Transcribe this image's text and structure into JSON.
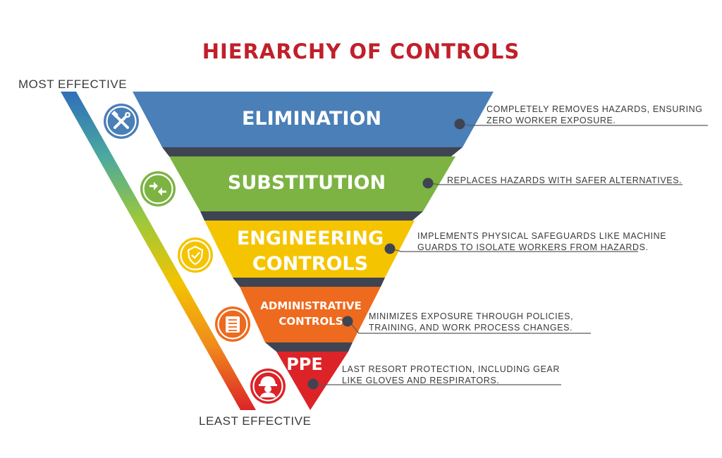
{
  "title": "HIERARCHY OF CONTROLS",
  "scale": {
    "top_label": "MOST EFFECTIVE",
    "bottom_label": "LEAST EFFECTIVE"
  },
  "levels": [
    {
      "label_lines": [
        "ELIMINATION"
      ],
      "description_lines": [
        "COMPLETELY REMOVES HAZARDS, ENSURING",
        "ZERO WORKER EXPOSURE."
      ],
      "color": "#4a7fb8",
      "icon": "tools-icon"
    },
    {
      "label_lines": [
        "SUBSTITUTION"
      ],
      "description_lines": [
        "REPLACES HAZARDS WITH SAFER ALTERNATIVES."
      ],
      "color": "#7cb342",
      "icon": "swap-arrows-icon"
    },
    {
      "label_lines": [
        "ENGINEERING",
        "CONTROLS"
      ],
      "description_lines": [
        "IMPLEMENTS PHYSICAL SAFEGUARDS LIKE MACHINE",
        "GUARDS TO ISOLATE WORKERS FROM HAZARDS."
      ],
      "color": "#f5c400",
      "icon": "shield-check-icon"
    },
    {
      "label_lines": [
        "ADMINISTRATIVE",
        "CONTROLS"
      ],
      "description_lines": [
        "MINIMIZES EXPOSURE THROUGH POLICIES,",
        "TRAINING, AND WORK PROCESS CHANGES."
      ],
      "color": "#ee6a1e",
      "icon": "document-icon"
    },
    {
      "label_lines": [
        "PPE"
      ],
      "description_lines": [
        "LAST RESORT PROTECTION, INCLUDING GEAR",
        "LIKE GLOVES AND RESPIRATORS."
      ],
      "color": "#dc2328",
      "icon": "hard-hat-worker-icon"
    }
  ],
  "colors": {
    "title": "#c0202a",
    "shadow": "#3f4452",
    "text": "#3a3a3a",
    "gradient": [
      "#2f6fb8",
      "#4aa8a0",
      "#9ac83c",
      "#f2c400",
      "#f08a1c",
      "#dc2328"
    ]
  }
}
